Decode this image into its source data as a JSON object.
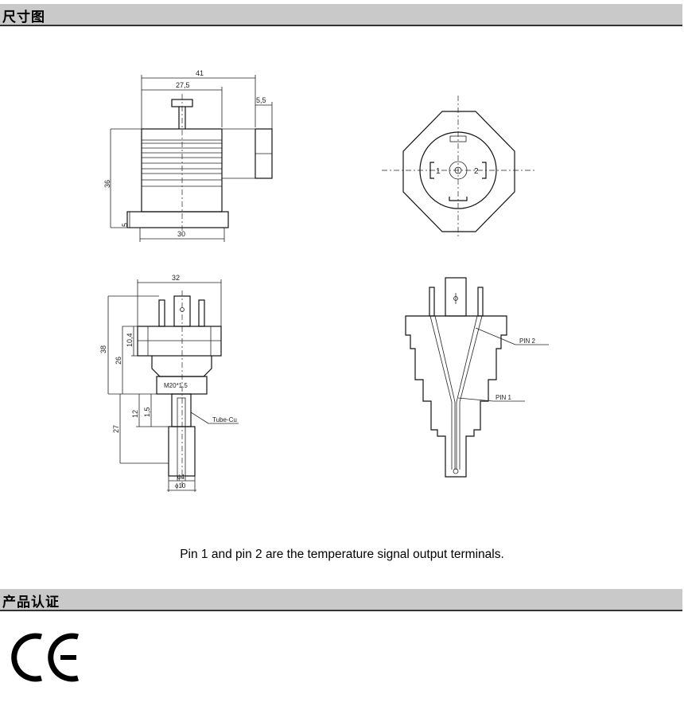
{
  "sections": {
    "dimensions_title": "尺寸图",
    "certification_title": "产品认证"
  },
  "drawing_labels": {
    "top_width": "41",
    "top_inner_width": "27,5",
    "top_side": "5,5",
    "top_height": "36",
    "top_base_height": "5",
    "top_base_width": "30",
    "end_pin1": "1",
    "end_pin2": "2",
    "front_width": "32",
    "front_total_height": "38",
    "front_hex_height": "10,4",
    "front_body_height": "26",
    "thread": "M20*1.5",
    "front_neck": "12",
    "front_neck_small": "1,5",
    "tube_label": "Tube-Cu",
    "front_tube_length": "27",
    "tube_inner_dia": "ϕ4",
    "tube_outer_dia": "ϕ10",
    "section_pin2": "PIN 2",
    "section_pin1": "PIN 1"
  },
  "note": "Pin 1 and pin 2 are the temperature signal output terminals.",
  "certification": {
    "mark": "CE"
  }
}
